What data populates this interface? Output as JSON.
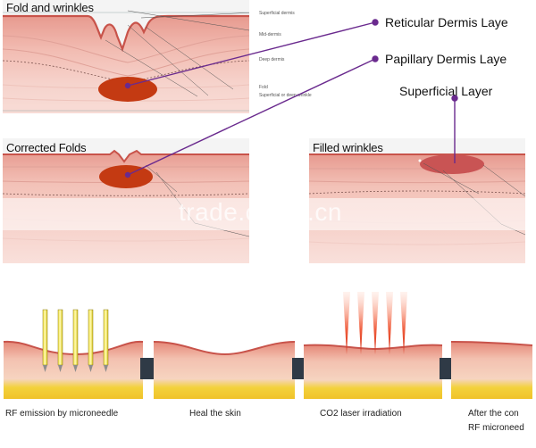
{
  "panels": {
    "fold": {
      "title": "Fold and wrinkles"
    },
    "corrected": {
      "title": "Corrected Folds"
    },
    "filled": {
      "title": "Filled wrinkles"
    }
  },
  "fold_labels": {
    "superficial_dermis": "Superficial dermis",
    "mid_dermis": "Mid-dermis",
    "deep_dermis": "Deep dermis",
    "fold": "Fold",
    "superficial_or_deep_wrinkle": "Superficial or deep wrinkle"
  },
  "layers": {
    "reticular": "Reticular Dermis Laye",
    "papillary": "Papillary Dermis Laye",
    "superficial": "Superficial Layer"
  },
  "watermark": "trade.china.cn",
  "process": {
    "steps": [
      {
        "caption": "RF emission by microneedle"
      },
      {
        "caption": "Heal the skin"
      },
      {
        "caption": "CO2 laser irradiation"
      },
      {
        "caption": "After the con"
      }
    ],
    "caption_line2": "RF microneed"
  },
  "colors": {
    "leader_line": "#6a2a8e",
    "injection": "#c43a12",
    "skin_top": "#d9766a",
    "fat": "#f3d23c",
    "arrow": "#2f3a46"
  }
}
